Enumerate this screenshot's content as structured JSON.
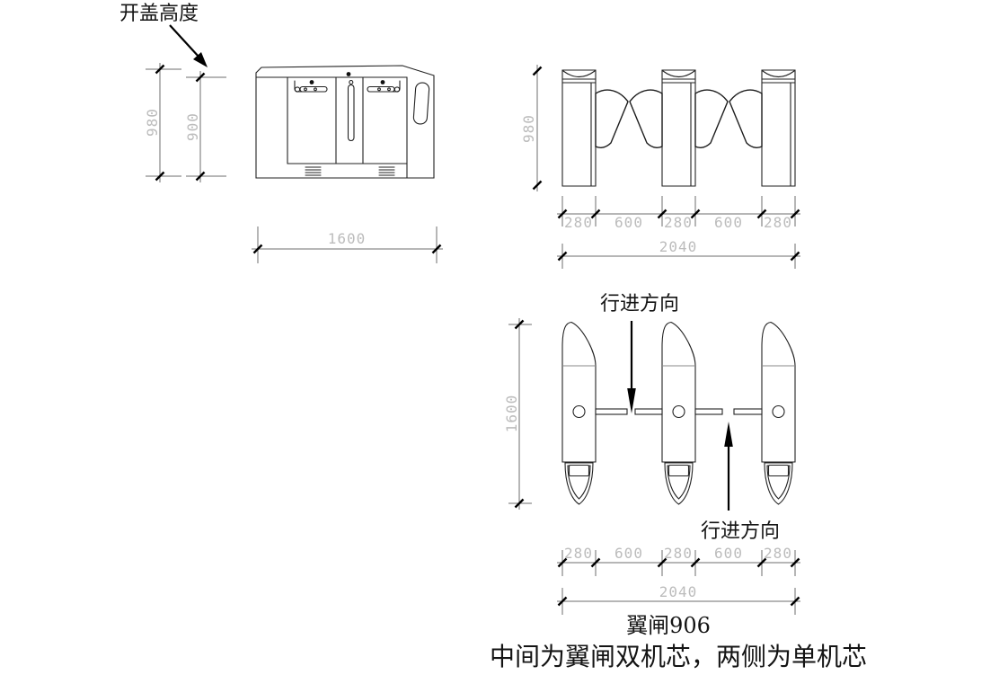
{
  "annotations": {
    "cover_height_label": "开盖高度",
    "travel_direction_top": "行进方向",
    "travel_direction_bottom": "行进方向"
  },
  "side_view": {
    "overall_height": "980",
    "cover_open_height": "900",
    "length": "1600"
  },
  "front_view": {
    "height": "980",
    "segments": [
      "280",
      "600",
      "280",
      "600",
      "280"
    ],
    "overall_width": "2040"
  },
  "top_view": {
    "depth": "1600",
    "segments": [
      "280",
      "600",
      "280",
      "600",
      "280"
    ],
    "overall_width": "2040"
  },
  "footer": {
    "model": "翼闸906",
    "note": "中间为翼闸双机芯，两侧为单机芯"
  },
  "colors": {
    "background": "#ffffff",
    "drawing_line": "#222222",
    "dimension_line": "#6e6e6e",
    "dimension_text": "#bcbcbc",
    "annotation_text": "#141414"
  }
}
